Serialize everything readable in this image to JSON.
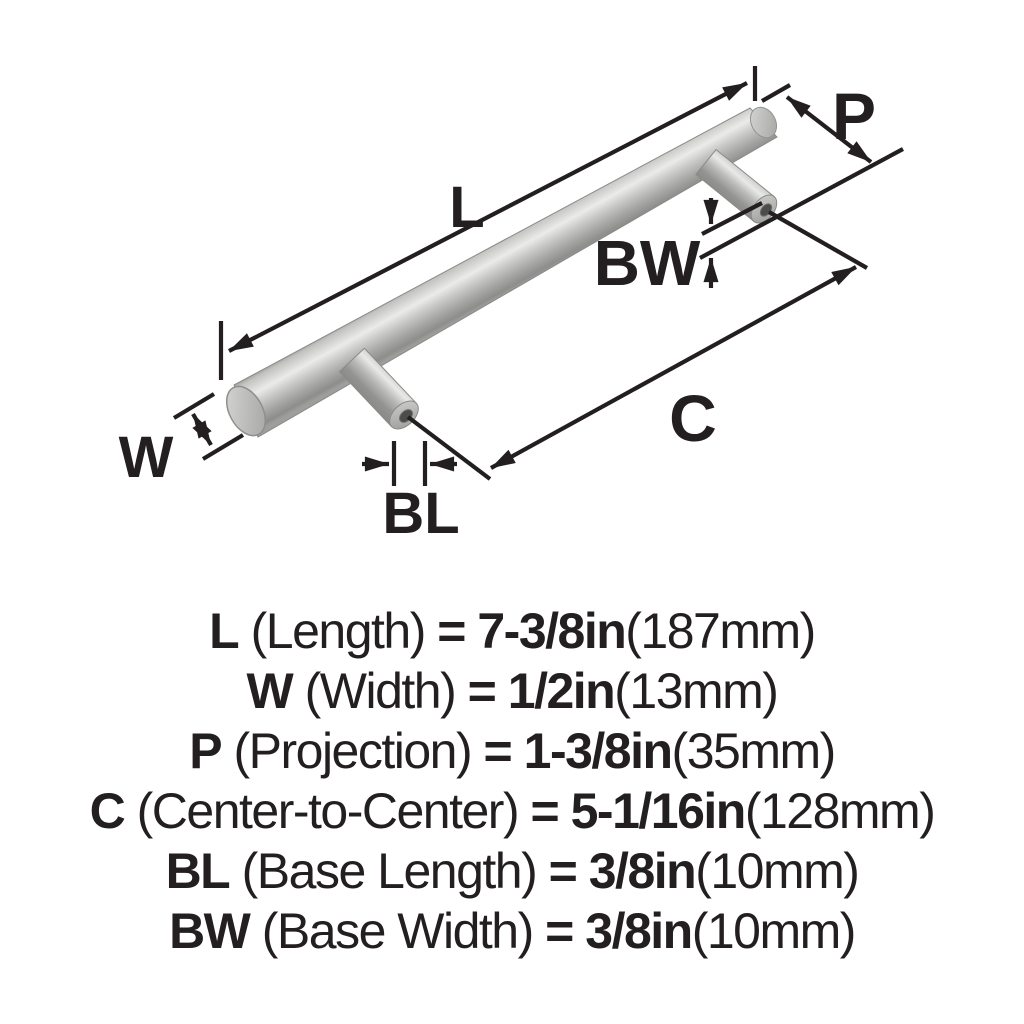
{
  "diagram": {
    "labels": {
      "L": "L",
      "P": "P",
      "BW": "BW",
      "C": "C",
      "W": "W",
      "BL": "BL"
    },
    "product": "bar-pull-handle"
  },
  "specs": [
    {
      "symbol": "L",
      "name": "(Length)",
      "eq": "=",
      "imperial": "7-3/8in",
      "metric": "(187mm)"
    },
    {
      "symbol": "W",
      "name": "(Width)",
      "eq": "=",
      "imperial": "1/2in",
      "metric": "(13mm)"
    },
    {
      "symbol": "P",
      "name": "(Projection)",
      "eq": "=",
      "imperial": "1-3/8in",
      "metric": "(35mm)"
    },
    {
      "symbol": "C",
      "name": "(Center-to-Center)",
      "eq": "=",
      "imperial": "5-1/16in",
      "metric": "(128mm)"
    },
    {
      "symbol": "BL",
      "name": "(Base Length)",
      "eq": "=",
      "imperial": "3/8in",
      "metric": "(10mm)"
    },
    {
      "symbol": "BW",
      "name": "(Base Width)",
      "eq": "=",
      "imperial": "3/8in",
      "metric": "(10mm)"
    }
  ],
  "colors": {
    "ink": "#231f20",
    "background": "#ffffff",
    "handle_finish": "#b8b8b6"
  }
}
